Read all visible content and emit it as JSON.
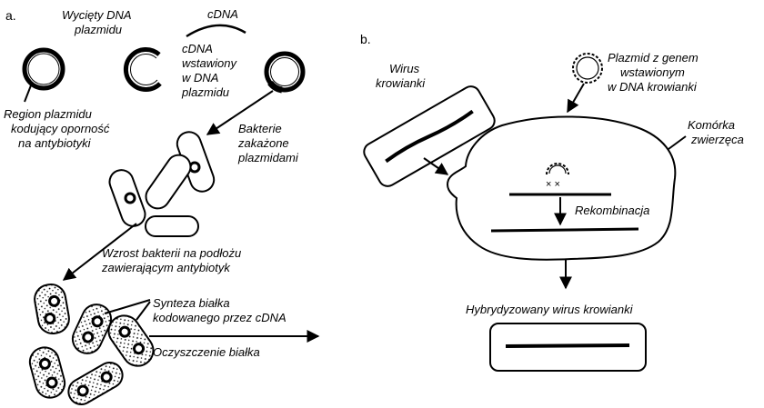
{
  "panel_a": {
    "label": "a.",
    "cut_plasmid_dna": [
      "Wycięty DNA",
      "plazmidu"
    ],
    "cdna": "cDNA",
    "cdna_inserted": [
      "cDNA",
      "wstawiony",
      "w DNA",
      "plazmidu"
    ],
    "resistance_region": [
      "Region plazmidu",
      "kodujący oporność",
      "na antybiotyki"
    ],
    "infected_bacteria": [
      "Bakterie",
      "zakażone",
      "plazmidami"
    ],
    "bacteria_growth": [
      "Wzrost bakterii na podłożu",
      "zawierającym antybiotyk"
    ],
    "protein_synthesis": [
      "Synteza białka",
      "kodowanego przez cDNA"
    ],
    "protein_purification": "Oczyszczenie białka"
  },
  "panel_b": {
    "label": "b.",
    "vaccinia_virus": [
      "Wirus",
      "krowianki"
    ],
    "plasmid_with_gene": [
      "Plazmid z genem",
      "wstawionym",
      "w DNA krowianki"
    ],
    "animal_cell": [
      "Komórka",
      "zwierzęca"
    ],
    "recombination": "Rekombinacja",
    "hybrid_virus": "Hybrydyzowany wirus krowianki"
  }
}
